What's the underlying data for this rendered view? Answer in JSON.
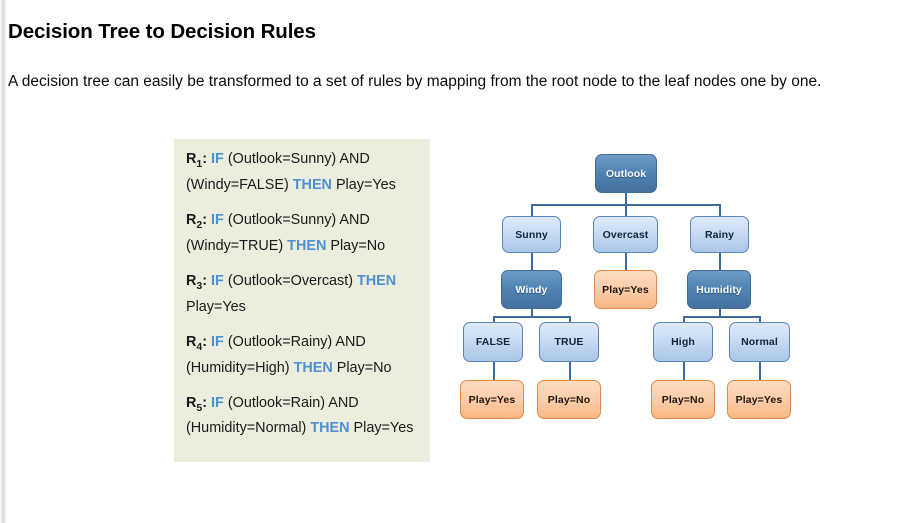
{
  "slide": {
    "title": "Decision Tree to Decision Rules",
    "intro": "A decision tree can easily be transformed to a set of rules by mapping from the root node to the leaf nodes one by one."
  },
  "rules_panel": {
    "background_color": "#ebeedd",
    "keyword_color": "#4d91d4",
    "rules": [
      {
        "id": "R",
        "subscript": "1",
        "if_kw": "IF",
        "condition": " (Outlook=Sunny) AND (Windy=FALSE) ",
        "then_kw": "THEN",
        "conclusion": " Play=Yes"
      },
      {
        "id": "R",
        "subscript": "2",
        "if_kw": "IF",
        "condition": " (Outlook=Sunny) AND (Windy=TRUE) ",
        "then_kw": "THEN",
        "conclusion": " Play=No"
      },
      {
        "id": "R",
        "subscript": "3",
        "if_kw": "IF",
        "condition": " (Outlook=Overcast) ",
        "then_kw": "THEN",
        "conclusion": " Play=Yes"
      },
      {
        "id": "R",
        "subscript": "4",
        "if_kw": "IF",
        "condition": " (Outlook=Rainy) AND (Humidity=High) ",
        "then_kw": "THEN",
        "conclusion": " Play=No"
      },
      {
        "id": "R",
        "subscript": "5",
        "if_kw": "IF",
        "condition": " (Outlook=Rain) AND (Humidity=Normal) ",
        "then_kw": "THEN",
        "conclusion": " Play=Yes"
      }
    ]
  },
  "tree": {
    "colors": {
      "internal_node": "#5185b4",
      "branch_node": "#c6d9f2",
      "leaf_node": "#fbcba6",
      "connector": "#3c6c9c"
    },
    "nodes": {
      "root": "Outlook",
      "branch_sunny": "Sunny",
      "branch_overcast": "Overcast",
      "branch_rainy": "Rainy",
      "internal_windy": "Windy",
      "leaf_overcast": "Play=Yes",
      "internal_humidity": "Humidity",
      "branch_false": "FALSE",
      "branch_true": "TRUE",
      "branch_high": "High",
      "branch_normal": "Normal",
      "leaf_false": "Play=Yes",
      "leaf_true": "Play=No",
      "leaf_high": "Play=No",
      "leaf_normal": "Play=Yes"
    }
  }
}
